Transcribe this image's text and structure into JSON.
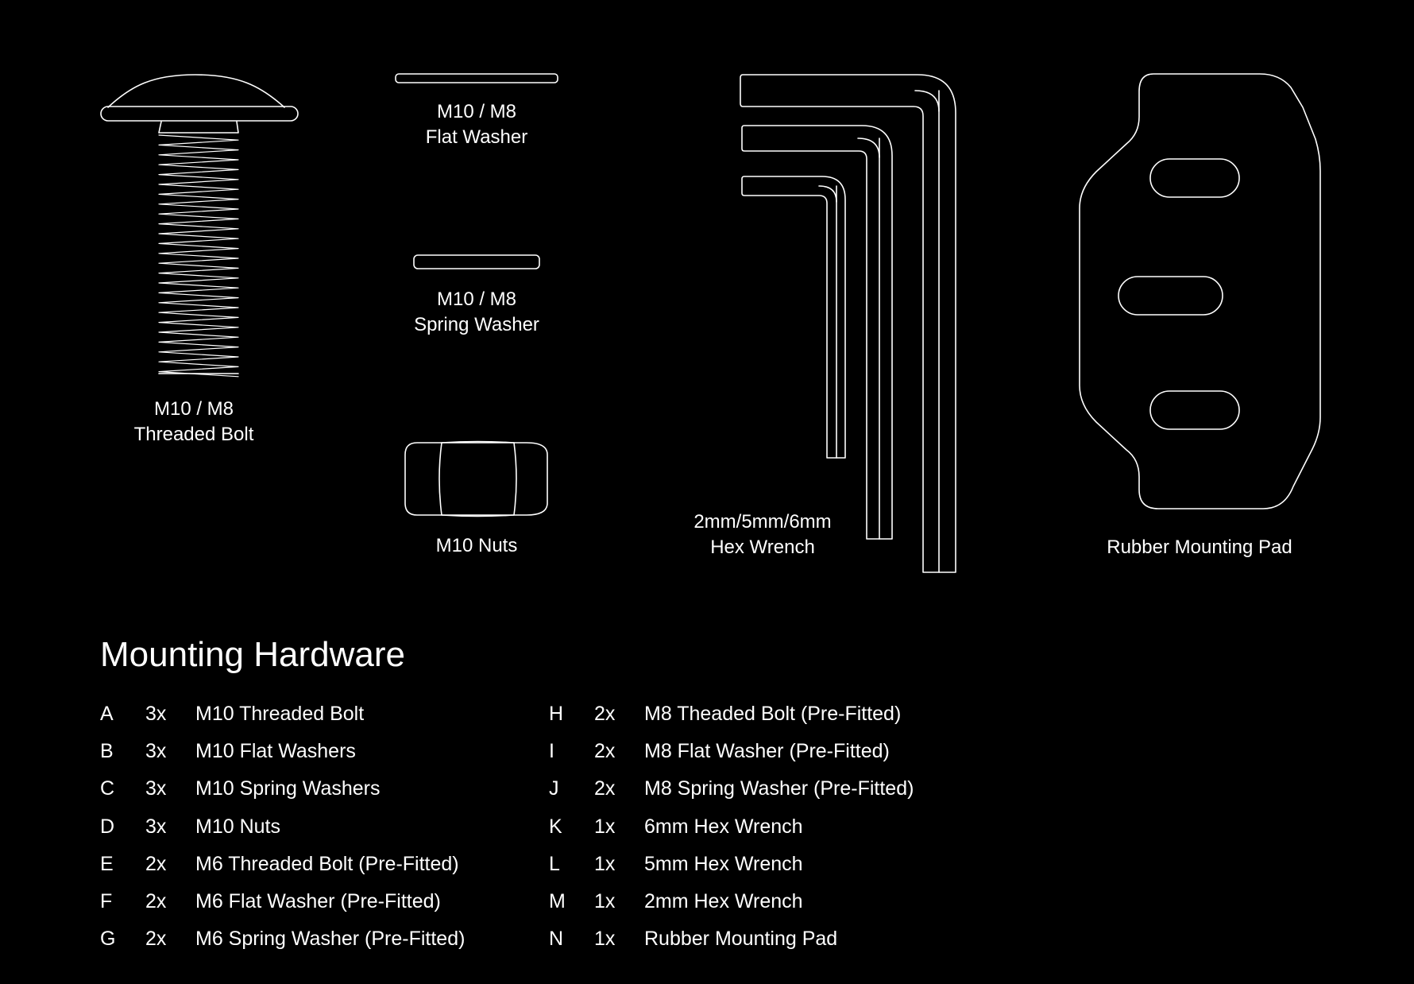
{
  "colors": {
    "background": "#000000",
    "foreground": "#ffffff"
  },
  "labels": {
    "bolt": [
      "M10 / M8",
      "Threaded Bolt"
    ],
    "flat_washer": [
      "M10 / M8",
      "Flat Washer"
    ],
    "spring_washer": [
      "M10 / M8",
      "Spring Washer"
    ],
    "nuts": [
      "M10 Nuts"
    ],
    "hex_wrench": [
      "2mm/5mm/6mm",
      "Hex Wrench"
    ],
    "rubber_pad": [
      "Rubber Mounting Pad"
    ]
  },
  "heading": "Mounting Hardware",
  "hardware_left": [
    {
      "code": "A",
      "qty": "3x",
      "name": "M10 Threaded Bolt"
    },
    {
      "code": "B",
      "qty": "3x",
      "name": "M10 Flat Washers"
    },
    {
      "code": "C",
      "qty": "3x",
      "name": "M10 Spring Washers"
    },
    {
      "code": "D",
      "qty": "3x",
      "name": "M10 Nuts"
    },
    {
      "code": "E",
      "qty": "2x",
      "name": "M6 Threaded Bolt (Pre-Fitted)"
    },
    {
      "code": "F",
      "qty": "2x",
      "name": "M6 Flat Washer (Pre-Fitted)"
    },
    {
      "code": "G",
      "qty": "2x",
      "name": "M6 Spring Washer (Pre-Fitted)"
    }
  ],
  "hardware_right": [
    {
      "code": "H",
      "qty": "2x",
      "name": "M8 Theaded Bolt (Pre-Fitted)"
    },
    {
      "code": "I",
      "qty": "2x",
      "name": "M8 Flat Washer (Pre-Fitted)"
    },
    {
      "code": "J",
      "qty": "2x",
      "name": "M8 Spring Washer (Pre-Fitted)"
    },
    {
      "code": "K",
      "qty": "1x",
      "name": "6mm Hex Wrench"
    },
    {
      "code": "L",
      "qty": "1x",
      "name": "5mm Hex Wrench"
    },
    {
      "code": "M",
      "qty": "1x",
      "name": "2mm Hex Wrench"
    },
    {
      "code": "N",
      "qty": "1x",
      "name": "Rubber Mounting Pad"
    }
  ]
}
